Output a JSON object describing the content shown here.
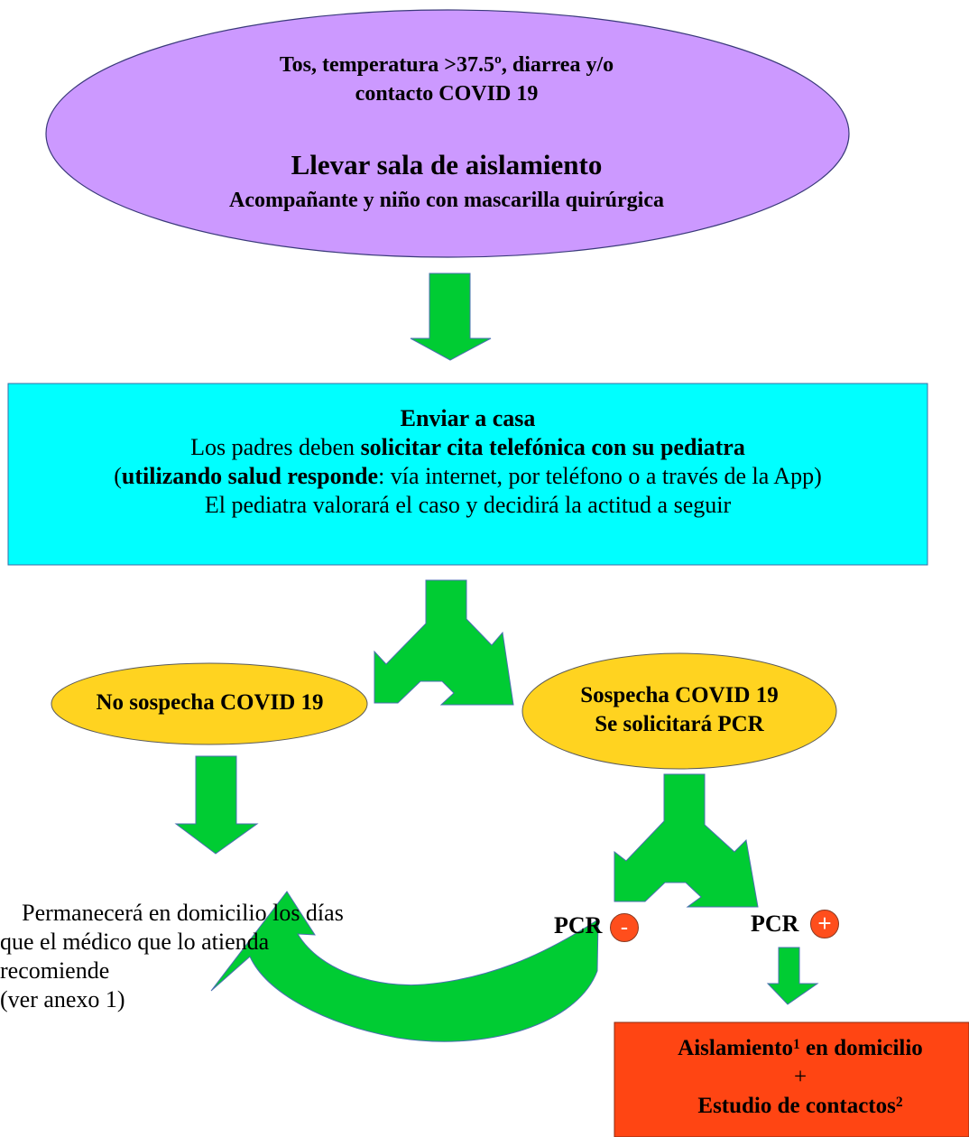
{
  "top_ellipse": {
    "line1": "Tos, temperatura >37.5º, diarrea y/o",
    "line2": "contacto COVID 19",
    "heading": "Llevar sala de aislamiento",
    "subheading": "Acompañante y niño con mascarilla quirúrgica"
  },
  "instruction_box": {
    "title": "Enviar a casa",
    "line2_prefix": "Los padres deben ",
    "line2_bold": "solicitar cita telefónica con su pediatra",
    "line3_open": "(",
    "line3_bold": "utilizando salud responde",
    "line3_rest": ": vía internet, por teléfono o a través de la App)",
    "line4": "El pediatra valorará el caso y decidirá la actitud a seguir"
  },
  "no_suspicion": {
    "label": "No sospecha COVID 19"
  },
  "suspicion": {
    "line1": "Sospecha COVID 19",
    "line2": "Se solicitará PCR"
  },
  "home_stay": {
    "line1": "Permanecerá en domicilio los días",
    "line2": "que el médico que lo atienda recomiende",
    "line3": "(ver anexo 1)"
  },
  "pcr_negative": {
    "label": "PCR",
    "sign": "-"
  },
  "pcr_positive": {
    "label": "PCR",
    "sign": "+"
  },
  "isolation_box": {
    "line1_word": "Aislamiento",
    "line1_sup": "1",
    "line1_rest": " en domicilio",
    "plus": "+",
    "line3_word": "Estudio de contactos",
    "line3_sup": "2"
  },
  "colors": {
    "ellipse_fill": "#cc99ff",
    "box_fill": "#00ffff",
    "pill_fill": "#ffd320",
    "arrow_fill": "#00cc33",
    "orange_box": "#ff4513",
    "sign_fill": "#ff4e1c"
  }
}
